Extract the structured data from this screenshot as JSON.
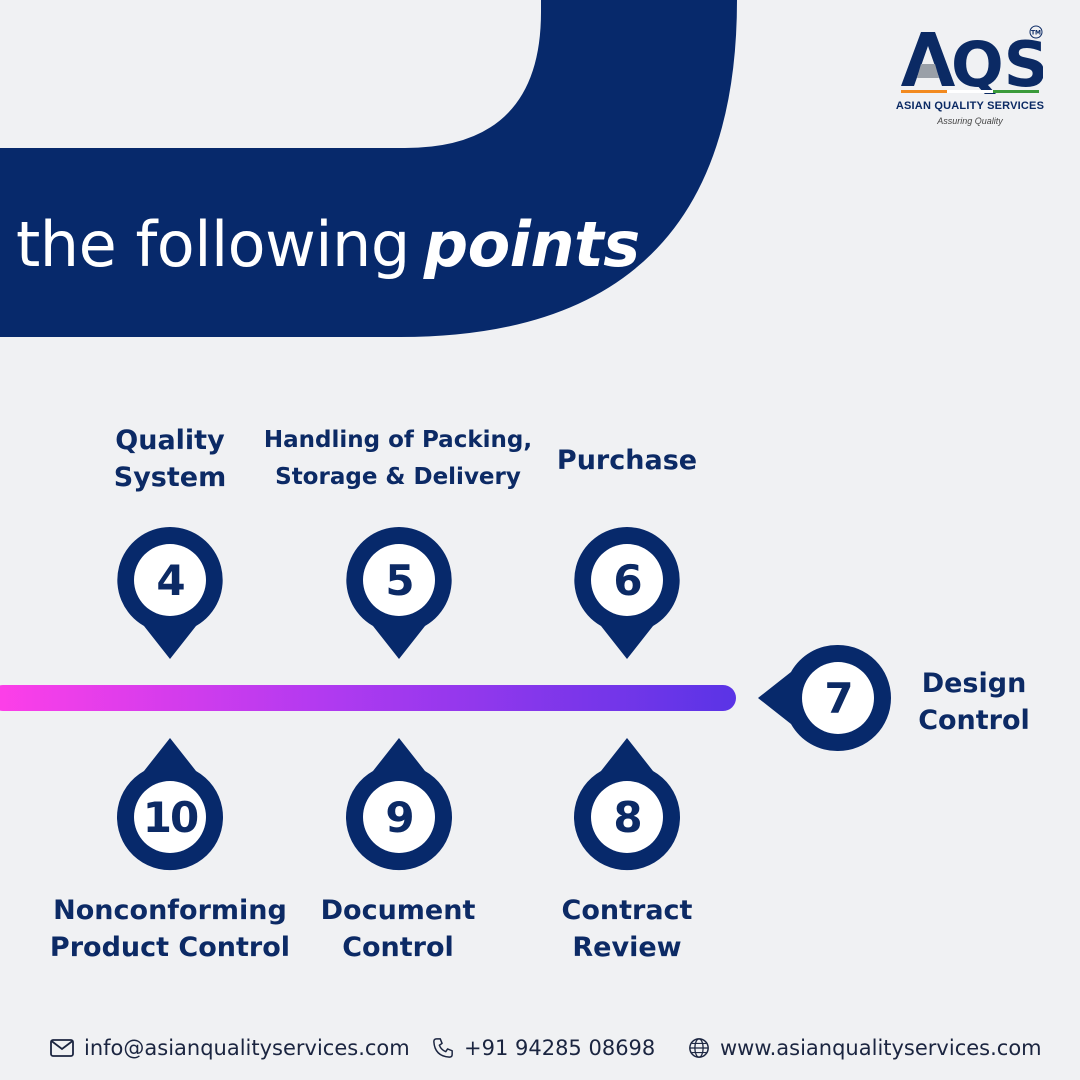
{
  "headline": {
    "light": "the following",
    "bold": "points"
  },
  "logo": {
    "letters": "AQS",
    "trademark": "TM",
    "name": "ASIAN QUALITY SERVICES",
    "tagline": "Assuring Quality"
  },
  "colors": {
    "navy": "#07296b",
    "text_navy": "#0c2a65",
    "background": "#f0f1f3",
    "gradient_start": "#ff3fe8",
    "gradient_end": "#5a34e6"
  },
  "points": [
    {
      "number": "4",
      "label_lines": [
        "Quality",
        "System"
      ]
    },
    {
      "number": "5",
      "label_lines": [
        "Handling of Packing,",
        "Storage & Delivery"
      ]
    },
    {
      "number": "6",
      "label_lines": [
        "Purchase"
      ]
    },
    {
      "number": "7",
      "label_lines": [
        "Design",
        "Control"
      ]
    },
    {
      "number": "8",
      "label_lines": [
        "Contract",
        "Review"
      ]
    },
    {
      "number": "9",
      "label_lines": [
        "Document",
        "Control"
      ]
    },
    {
      "number": "10",
      "label_lines": [
        "Nonconforming",
        "Product Control"
      ]
    }
  ],
  "footer": {
    "email": "info@asianqualityservices.com",
    "phone": "+91 94285 08698",
    "website": "www.asianqualityservices.com",
    "icons": [
      "mail-icon",
      "phone-icon",
      "globe-icon"
    ]
  }
}
